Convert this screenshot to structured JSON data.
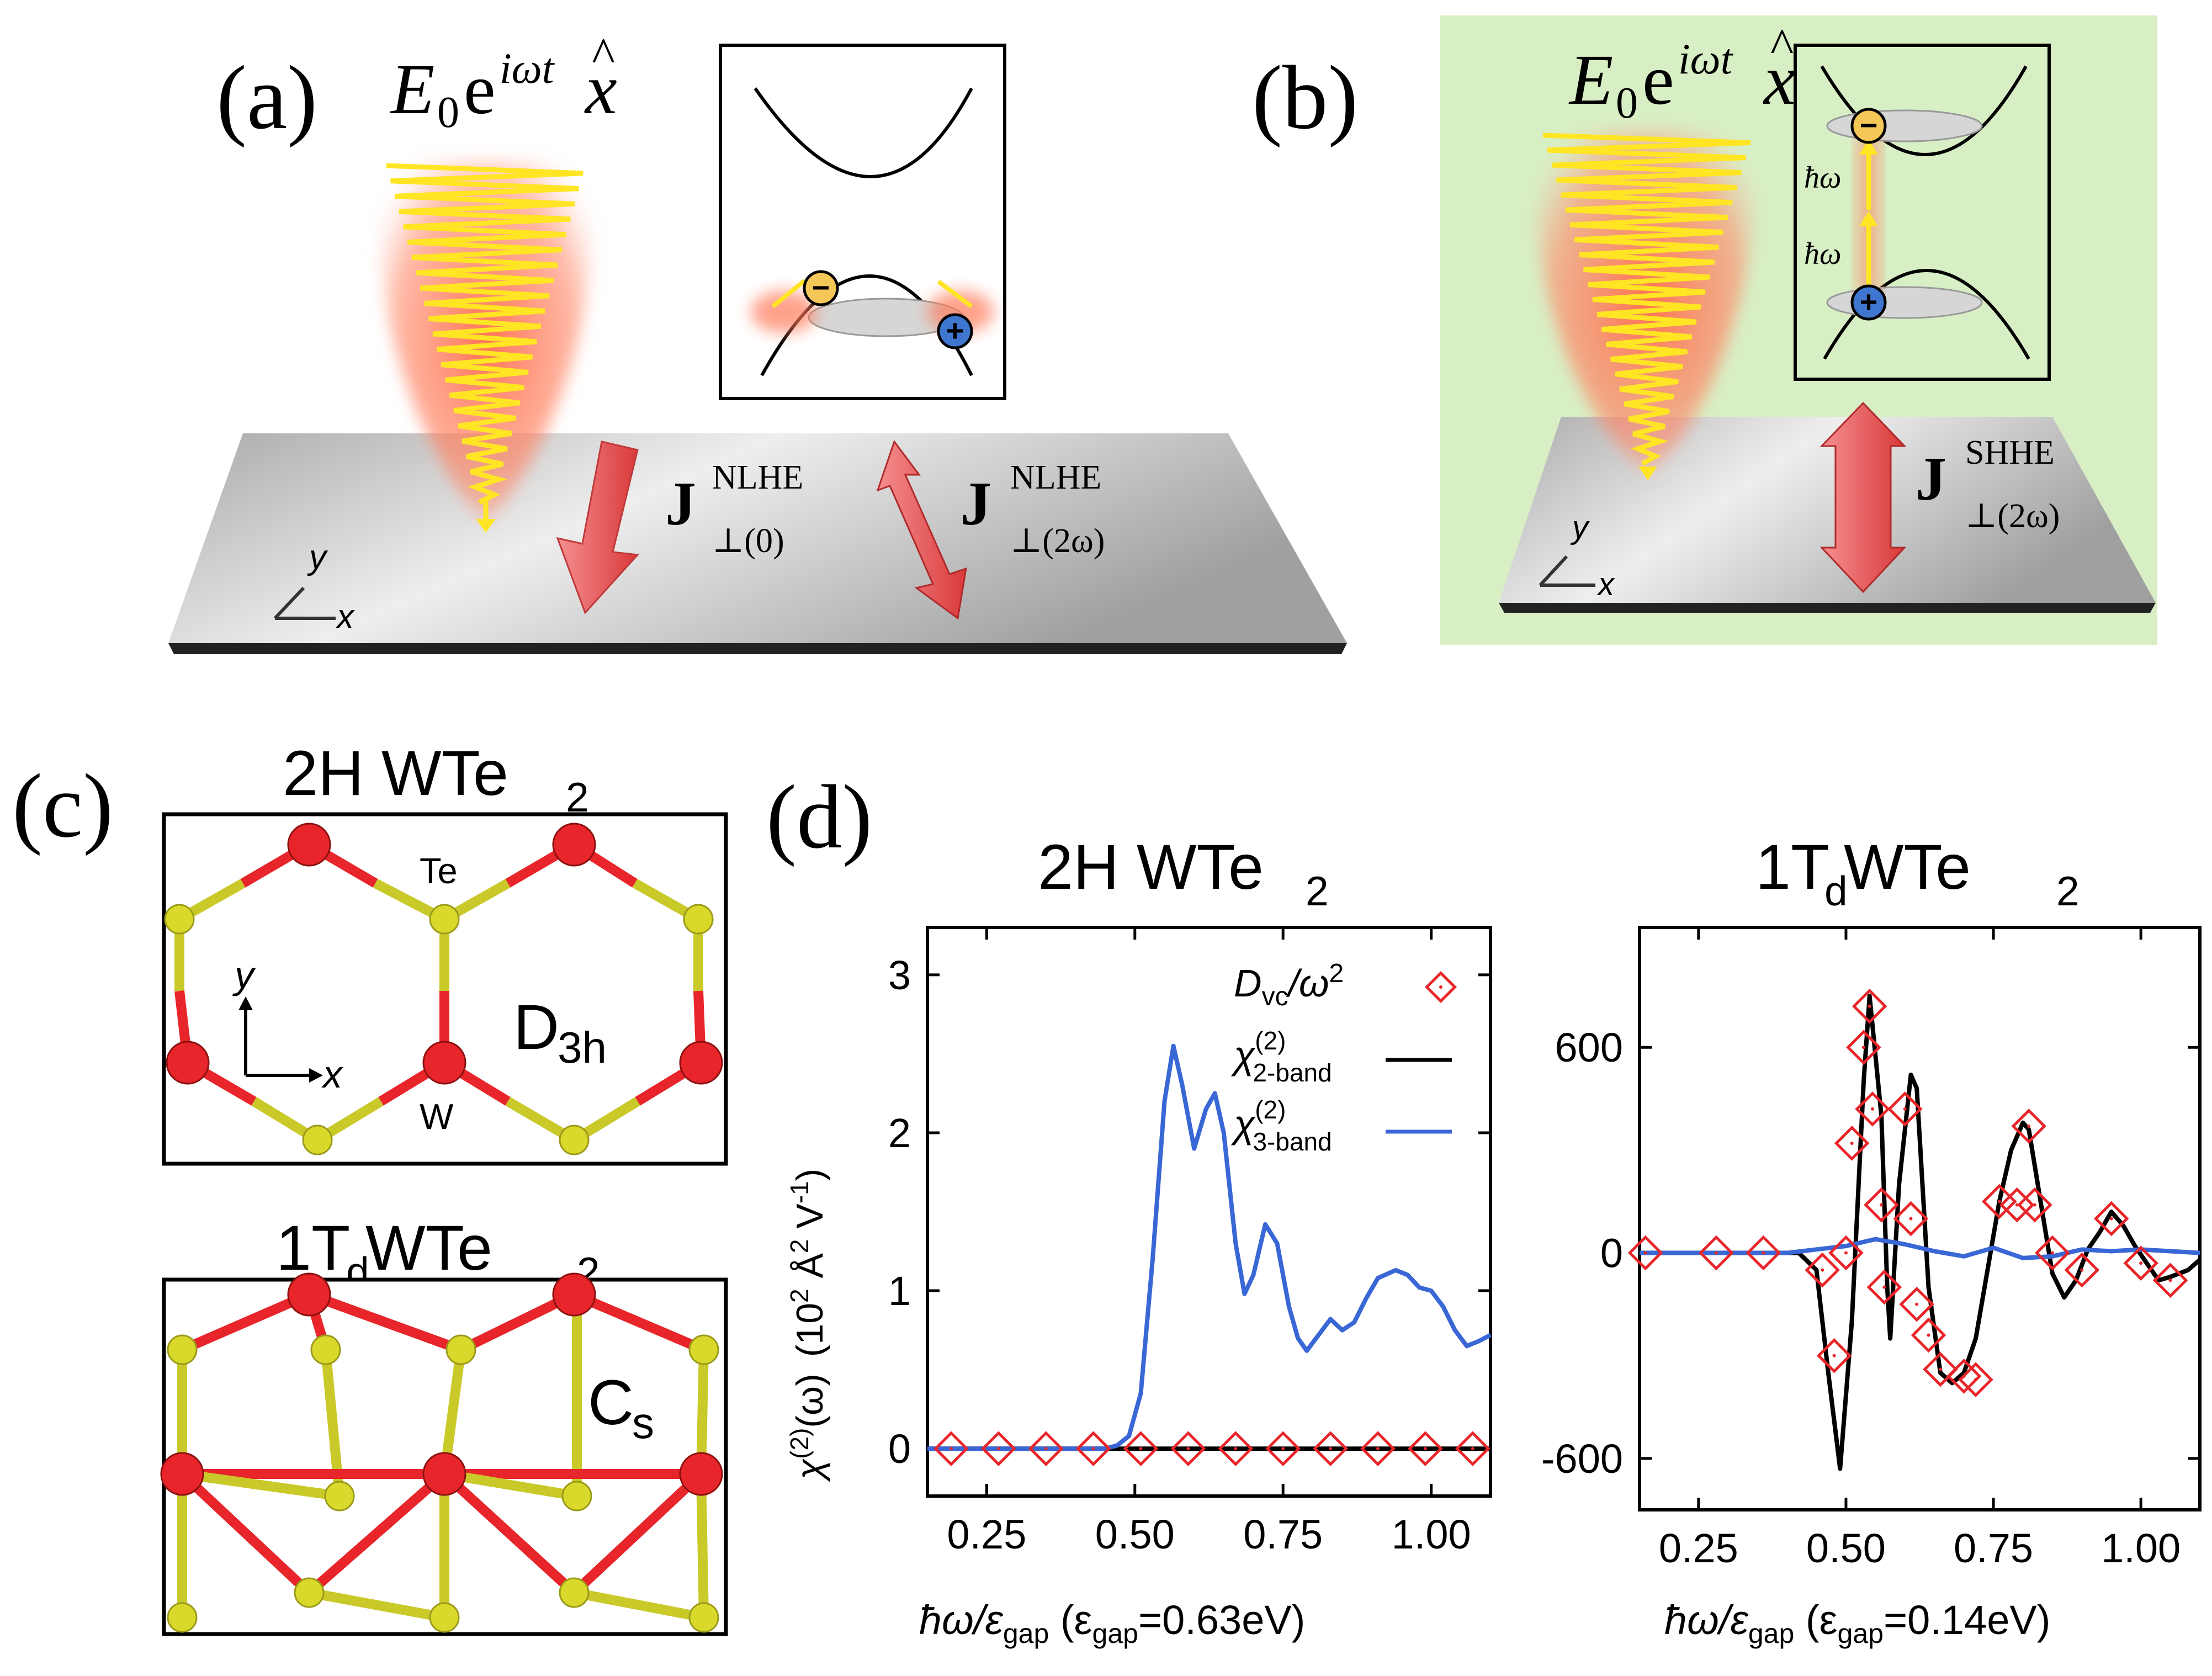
{
  "panels": {
    "a": {
      "label": "(a)",
      "field": {
        "E": "E",
        "sub0": "0",
        "e": "e",
        "exp": "iωt",
        "x": "x"
      },
      "axes": {
        "x": "x",
        "y": "y"
      },
      "current1": {
        "J": "J",
        "sup": "NLHE",
        "sub": "⊥(0)"
      },
      "current2": {
        "J": "J",
        "sup": "NLHE",
        "sub": "⊥(2ω)"
      },
      "carriers": {
        "minus": "−",
        "plus": "+"
      }
    },
    "b": {
      "label": "(b)",
      "background": "#d8efc5",
      "field": {
        "E": "E",
        "sub0": "0",
        "e": "e",
        "exp": "iωt",
        "x": "x"
      },
      "axes": {
        "x": "x",
        "y": "y"
      },
      "current": {
        "J": "J",
        "sup": "SHHE",
        "sub": "⊥(2ω)"
      },
      "photon1": "ħω",
      "photon2": "ħω",
      "carriers": {
        "minus": "−",
        "plus": "+"
      }
    },
    "c": {
      "label": "(c)",
      "top": {
        "title_main": "2H WTe",
        "title_sub": "2",
        "Te": "Te",
        "W": "W",
        "sym_main": "D",
        "sym_sub": "3h",
        "axis_x": "x",
        "axis_y": "y"
      },
      "bottom": {
        "title_main": "1T",
        "title_sub1": "d",
        "title_mid": " WTe",
        "title_sub2": "2",
        "sym_main": "C",
        "sym_sub": "s"
      },
      "colors": {
        "W": "#e8252a",
        "Te": "#d9d92b",
        "bond_red": "#e8252a",
        "bond_yellow": "#c9c92a"
      }
    },
    "d": {
      "label": "(d)"
    }
  },
  "chart_data": [
    {
      "type": "line",
      "title": "2H WTe2",
      "title_main": "2H WTe",
      "title_sub": "2",
      "ylabel": "χ(2)(ω)  (10² Å² V⁻¹)",
      "ylabel_parts": {
        "chi": "χ",
        "sup": "(2)",
        "arg": "(ω)",
        "unit_a": "(10",
        "unit_b": "2",
        "unit_c": " Å",
        "unit_d": "2",
        "unit_e": " V",
        "unit_f": "-1",
        "unit_g": ")"
      },
      "xlabel_parts": {
        "hw": "ħω/ε",
        "gap": "gap",
        "open": " (ε",
        "gap2": "gap",
        "val": "=0.63eV)"
      },
      "xlim": [
        0.15,
        1.1
      ],
      "ylim": [
        -0.3,
        3.3
      ],
      "xticks": [
        "0.25",
        "0.50",
        "0.75",
        "1.00"
      ],
      "xtick_values": [
        0.25,
        0.5,
        0.75,
        1.0
      ],
      "yticks": [
        "0",
        "1",
        "2",
        "3"
      ],
      "ytick_values": [
        0,
        1,
        2,
        3
      ],
      "legend_position": "top-right",
      "legend": [
        {
          "label_main": "D",
          "label_sub": "vc",
          "label_rest": "/ω",
          "label_sup": "2",
          "marker": "diamond",
          "color": "#e8252a"
        },
        {
          "label_main": "χ",
          "label_sup": "(2)",
          "label_sub": "2-band",
          "marker": "line",
          "color": "#000000"
        },
        {
          "label_main": "χ",
          "label_sup": "(2)",
          "label_sub": "3-band",
          "marker": "line",
          "color": "#3a67d6"
        }
      ],
      "series": [
        {
          "name": "χ(2) 2-band",
          "color": "#000000",
          "x": [
            0.15,
            1.1
          ],
          "y": [
            0,
            0
          ]
        },
        {
          "name": "χ(2) 3-band",
          "color": "#3a67d6",
          "x": [
            0.15,
            0.45,
            0.47,
            0.49,
            0.51,
            0.53,
            0.55,
            0.565,
            0.58,
            0.6,
            0.62,
            0.635,
            0.65,
            0.67,
            0.685,
            0.7,
            0.72,
            0.74,
            0.76,
            0.775,
            0.79,
            0.81,
            0.83,
            0.85,
            0.87,
            0.89,
            0.91,
            0.94,
            0.96,
            0.98,
            1.0,
            1.02,
            1.04,
            1.06,
            1.08,
            1.1
          ],
          "y": [
            0,
            0,
            0.02,
            0.08,
            0.35,
            1.2,
            2.2,
            2.55,
            2.3,
            1.9,
            2.15,
            2.25,
            2.0,
            1.3,
            0.98,
            1.1,
            1.42,
            1.3,
            0.9,
            0.7,
            0.62,
            0.72,
            0.82,
            0.75,
            0.8,
            0.95,
            1.08,
            1.13,
            1.1,
            1.02,
            1.0,
            0.9,
            0.75,
            0.65,
            0.68,
            0.72
          ]
        },
        {
          "name": "Dvc/ω2",
          "color": "#e8252a",
          "marker": "diamond",
          "x": [
            0.19,
            0.27,
            0.35,
            0.43,
            0.51,
            0.59,
            0.67,
            0.75,
            0.83,
            0.91,
            0.99,
            1.07
          ],
          "y": [
            0,
            0,
            0,
            0,
            0,
            0,
            0,
            0,
            0,
            0,
            0,
            0
          ]
        }
      ]
    },
    {
      "type": "line",
      "title": "1Td WTe2",
      "title_main": "1T",
      "title_sub1": "d",
      "title_mid": " WTe",
      "title_sub2": "2",
      "xlabel_parts": {
        "hw": "ħω/ε",
        "gap": "gap",
        "open": " (ε",
        "gap2": "gap",
        "val": "=0.14eV)"
      },
      "xlim": [
        0.15,
        1.1
      ],
      "ylim": [
        -750,
        950
      ],
      "xticks": [
        "0.25",
        "0.50",
        "0.75",
        "1.00"
      ],
      "xtick_values": [
        0.25,
        0.5,
        0.75,
        1.0
      ],
      "yticks": [
        "-600",
        "0",
        "600"
      ],
      "ytick_values": [
        -600,
        0,
        600
      ],
      "series": [
        {
          "name": "χ(2) 2-band",
          "color": "#000000",
          "x": [
            0.15,
            0.42,
            0.45,
            0.47,
            0.49,
            0.51,
            0.53,
            0.54,
            0.56,
            0.57,
            0.575,
            0.59,
            0.61,
            0.62,
            0.64,
            0.66,
            0.68,
            0.7,
            0.72,
            0.74,
            0.76,
            0.78,
            0.8,
            0.81,
            0.83,
            0.85,
            0.87,
            0.89,
            0.91,
            0.93,
            0.95,
            0.97,
            0.99,
            1.01,
            1.03,
            1.05,
            1.08,
            1.1
          ],
          "y": [
            0,
            0,
            -50,
            -350,
            -630,
            -200,
            500,
            750,
            400,
            -100,
            -250,
            200,
            520,
            480,
            -100,
            -350,
            -380,
            -350,
            -250,
            -50,
            150,
            300,
            380,
            360,
            150,
            -60,
            -130,
            -80,
            10,
            60,
            120,
            80,
            20,
            -30,
            -80,
            -70,
            -50,
            -20
          ]
        },
        {
          "name": "χ(2) 3-band",
          "color": "#3a67d6",
          "x": [
            0.15,
            0.4,
            0.5,
            0.55,
            0.6,
            0.65,
            0.7,
            0.75,
            0.8,
            0.85,
            0.9,
            0.95,
            1.0,
            1.05,
            1.1
          ],
          "y": [
            0,
            0,
            20,
            40,
            25,
            5,
            -10,
            15,
            -15,
            -10,
            10,
            5,
            10,
            5,
            0
          ]
        },
        {
          "name": "Dvc/ω2",
          "color": "#e8252a",
          "marker": "diamond",
          "x": [
            0.16,
            0.28,
            0.36,
            0.46,
            0.48,
            0.5,
            0.51,
            0.53,
            0.54,
            0.545,
            0.56,
            0.565,
            0.6,
            0.61,
            0.62,
            0.64,
            0.66,
            0.7,
            0.72,
            0.76,
            0.79,
            0.81,
            0.82,
            0.85,
            0.9,
            0.95,
            1.0,
            1.05
          ],
          "y": [
            0,
            0,
            0,
            -50,
            -300,
            0,
            320,
            600,
            720,
            420,
            140,
            -100,
            420,
            100,
            -150,
            -240,
            -340,
            -360,
            -370,
            150,
            140,
            370,
            140,
            0,
            -50,
            100,
            -30,
            -80
          ]
        }
      ]
    }
  ]
}
